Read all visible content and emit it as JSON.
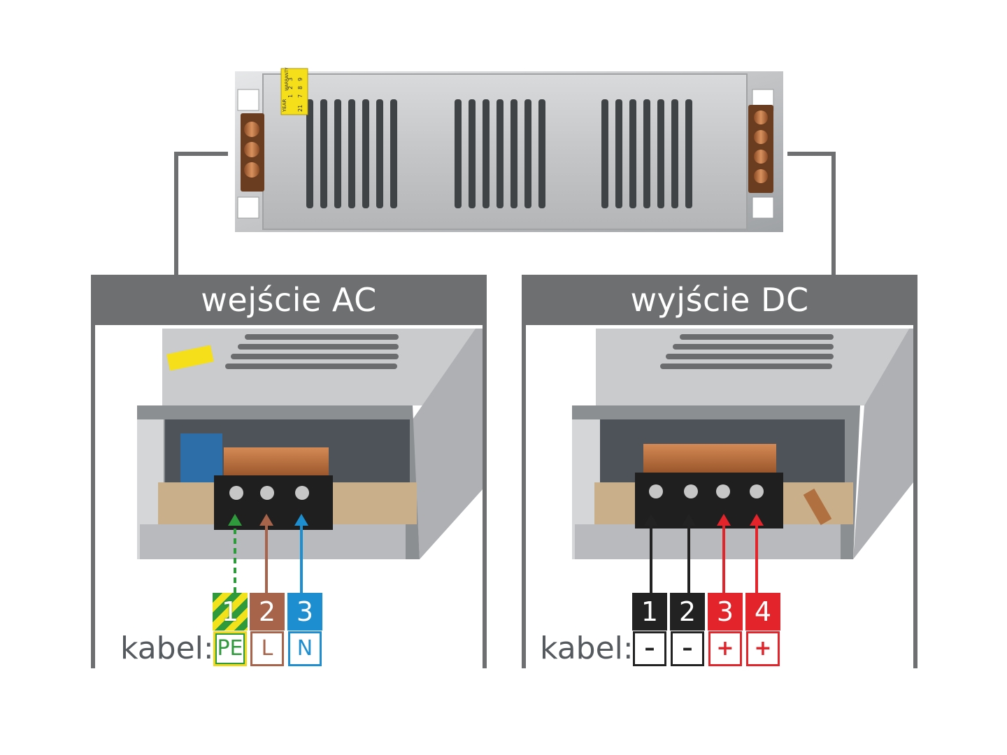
{
  "panels": {
    "ac": {
      "title": "wejście AC",
      "kabel_label": "kabel:",
      "terminals": [
        {
          "number": "1",
          "code": "PE"
        },
        {
          "number": "2",
          "code": "L"
        },
        {
          "number": "3",
          "code": "N"
        }
      ]
    },
    "dc": {
      "title": "wyjście DC",
      "kabel_label": "kabel:",
      "terminals": [
        {
          "number": "1",
          "code": "–"
        },
        {
          "number": "2",
          "code": "–"
        },
        {
          "number": "3",
          "code": "+"
        },
        {
          "number": "4",
          "code": "+"
        }
      ]
    }
  },
  "psu_label": {
    "rows": [
      [
        "YEAR",
        "1",
        "2",
        "3"
      ],
      [
        "21",
        "7",
        "8",
        "9"
      ]
    ],
    "header": "WARRANTY"
  },
  "colors": {
    "frame_gray": "#6e6f70",
    "pe_green": "#2e9a3c",
    "pe_yellow": "#f2e21c",
    "l_brown": "#a8644a",
    "n_blue": "#1d8fd0",
    "minus_black": "#222222",
    "plus_red": "#e3242b"
  }
}
